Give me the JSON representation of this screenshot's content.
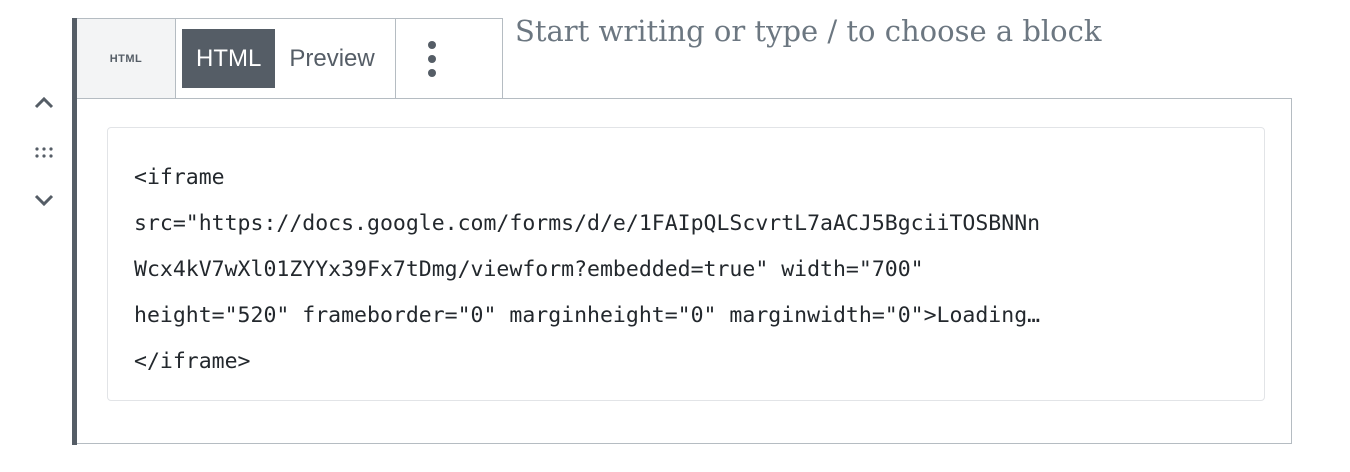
{
  "editor": {
    "placeholder": "Start writing or type / to choose a block"
  },
  "toolbar": {
    "block_type_label": "HTML",
    "html_tab": "HTML",
    "preview_tab": "Preview",
    "more_icon": "vertical-ellipsis-icon"
  },
  "movers": {
    "up_icon": "chevron-up-icon",
    "drag_icon": "drag-handle-icon",
    "down_icon": "chevron-down-icon"
  },
  "code": {
    "lines": [
      "<iframe",
      "src=\"https://docs.google.com/forms/d/e/1FAIpQLScvrtL7aACJ5BgciiTOSBNNn",
      "Wcx4kV7wXl01ZYYx39Fx7tDmg/viewform?embedded=true\" width=\"700\"",
      "height=\"520\" frameborder=\"0\" marginheight=\"0\" marginwidth=\"0\">Loading…",
      "</iframe>"
    ]
  },
  "colors": {
    "accent": "#555d66",
    "border": "#b5bcc2"
  }
}
